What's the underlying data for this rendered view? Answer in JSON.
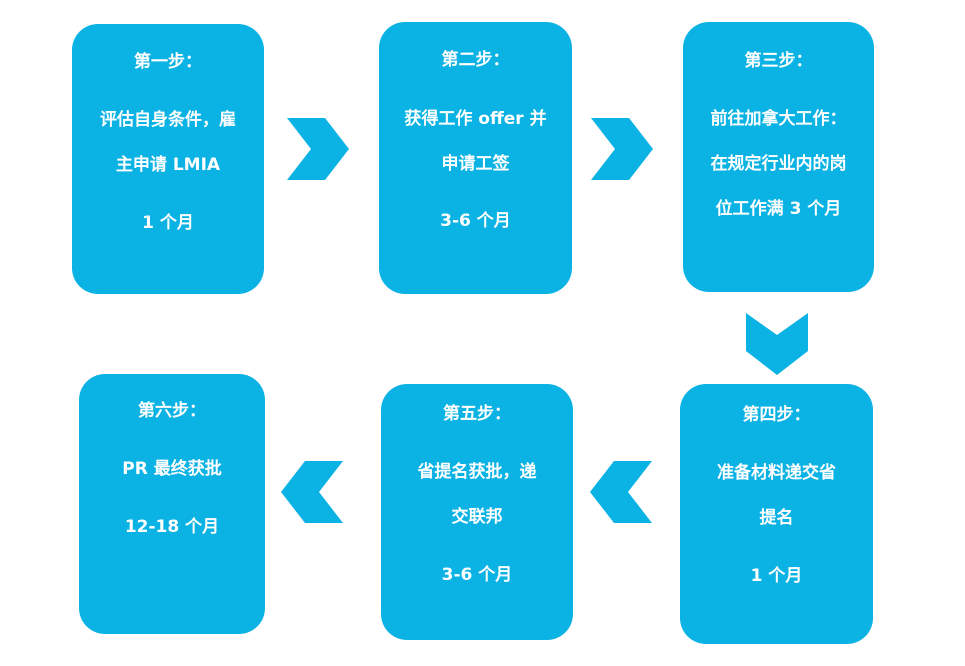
{
  "accent_color": "#0bb2e4",
  "steps": [
    {
      "heading": "第一步：",
      "line1": "评估自身条件，雇",
      "line2": "主申请 LMIA",
      "duration": "1 个月"
    },
    {
      "heading": "第二步：",
      "line1": "获得工作 offer 并",
      "line2": "申请工签",
      "duration": "3-6 个月"
    },
    {
      "heading": "第三步：",
      "line1": "前往加拿大工作：",
      "line2": "在规定行业内的岗",
      "line3": "位工作满 3 个月"
    },
    {
      "heading": "第四步：",
      "line1": "准备材料递交省",
      "line2": "提名",
      "duration": "1 个月"
    },
    {
      "heading": "第五步：",
      "line1": "省提名获批，递",
      "line2": "交联邦",
      "duration": "3-6 个月"
    },
    {
      "heading": "第六步：",
      "line1": "PR 最终获批",
      "duration": "12-18 个月"
    }
  ],
  "arrows": [
    {
      "icon": "chevron-right-icon",
      "from": "step-1",
      "to": "step-2"
    },
    {
      "icon": "chevron-right-icon",
      "from": "step-2",
      "to": "step-3"
    },
    {
      "icon": "chevron-down-icon",
      "from": "step-3",
      "to": "step-4"
    },
    {
      "icon": "chevron-left-icon",
      "from": "step-4",
      "to": "step-5"
    },
    {
      "icon": "chevron-left-icon",
      "from": "step-5",
      "to": "step-6"
    }
  ]
}
